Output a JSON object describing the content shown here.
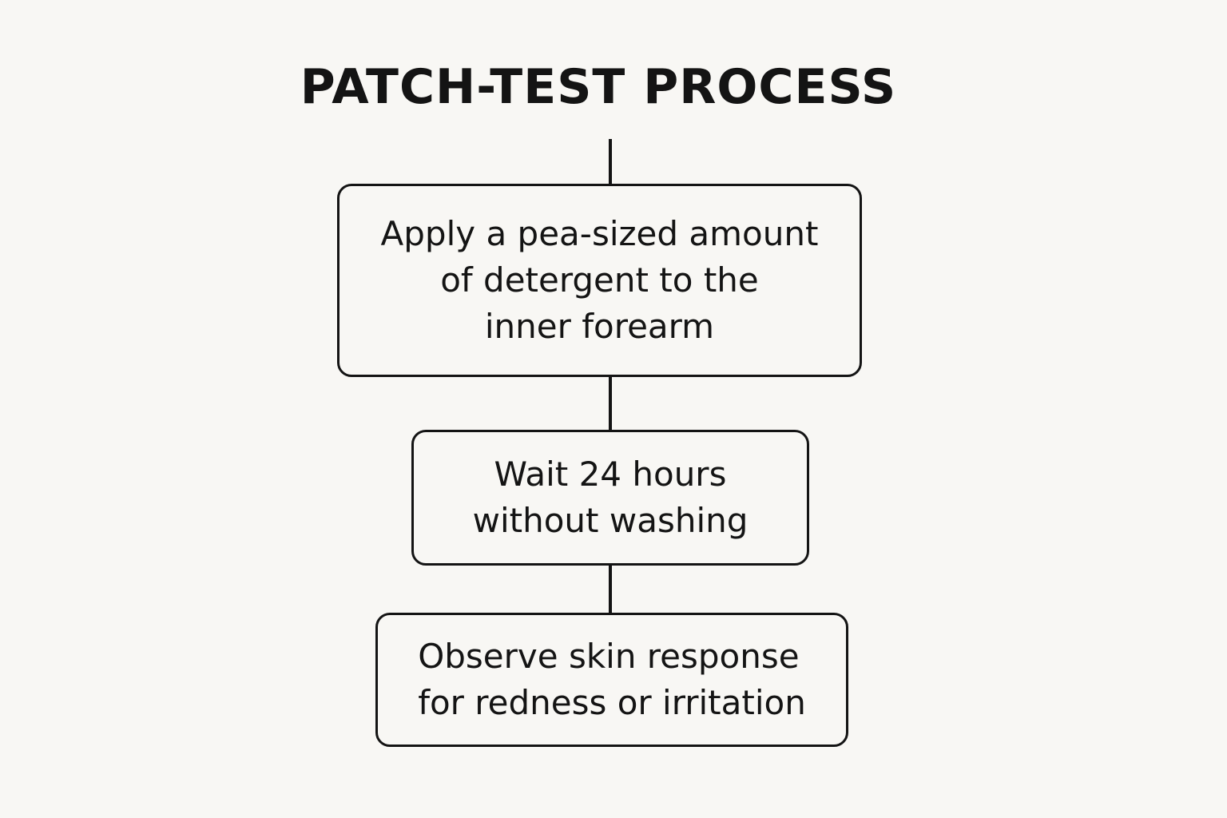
{
  "diagram": {
    "title": "PATCH-TEST PROCESS",
    "steps": [
      {
        "lines": [
          "Apply a pea-sized amount",
          "of detergent to the",
          "inner forearm"
        ]
      },
      {
        "lines": [
          "Wait 24 hours",
          "without washing"
        ]
      },
      {
        "lines": [
          "Observe skin response",
          "for redness or irritation"
        ]
      }
    ]
  }
}
